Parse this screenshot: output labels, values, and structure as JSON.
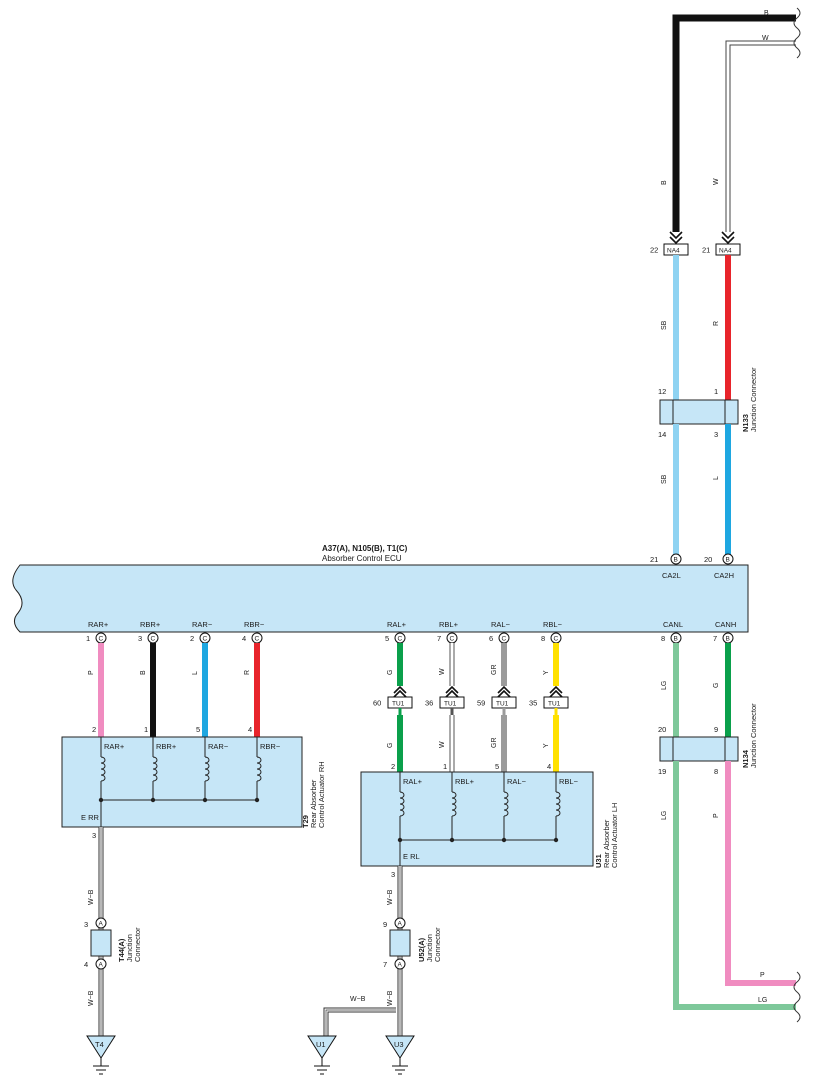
{
  "ecu": {
    "title": "A37(A), N105(B), T1(C)",
    "subtitle": "Absorber Control ECU",
    "pins_bottom": [
      {
        "label": "RAR+",
        "pin": "1",
        "conn": "C"
      },
      {
        "label": "RBR+",
        "pin": "3",
        "conn": "C"
      },
      {
        "label": "RAR−",
        "pin": "2",
        "conn": "C"
      },
      {
        "label": "RBR−",
        "pin": "4",
        "conn": "C"
      },
      {
        "label": "RAL+",
        "pin": "5",
        "conn": "C"
      },
      {
        "label": "RBL+",
        "pin": "7",
        "conn": "C"
      },
      {
        "label": "RAL−",
        "pin": "6",
        "conn": "C"
      },
      {
        "label": "RBL−",
        "pin": "8",
        "conn": "C"
      },
      {
        "label": "CANL",
        "pin": "8",
        "conn": "B"
      },
      {
        "label": "CANH",
        "pin": "7",
        "conn": "B"
      }
    ],
    "pins_top": [
      {
        "label": "CA2L",
        "pin": "21",
        "conn": "B"
      },
      {
        "label": "CA2H",
        "pin": "20",
        "conn": "B"
      }
    ]
  },
  "top_wires": [
    {
      "label": "B",
      "color": "#111111"
    },
    {
      "label": "W",
      "color": "#ffffff"
    }
  ],
  "na4": {
    "name": "NA4",
    "pins": [
      "22",
      "21"
    ],
    "wires_above": [
      "B",
      "W"
    ],
    "wires_below": [
      "SB",
      "R"
    ]
  },
  "n133": {
    "id": "N133",
    "name": "Junction Connector",
    "pins_top": [
      "12",
      "1"
    ],
    "pins_bottom": [
      "14",
      "3"
    ],
    "wires_below": [
      "SB",
      "L"
    ]
  },
  "rh_actuator": {
    "id": "T29",
    "name": "Rear Absorber Control Actuator RH",
    "wire_colors": [
      "P",
      "B",
      "L",
      "R"
    ],
    "pins_top": [
      "2",
      "1",
      "5",
      "4"
    ],
    "inner_labels": [
      "RAR+",
      "RBR+",
      "RAR−",
      "RBR−"
    ],
    "ground_label": "E RR",
    "ground_pin": "3",
    "ground_wire": "W−B"
  },
  "lh_actuator": {
    "id": "U31",
    "name": "Rear Absorber Control Actuator LH",
    "wire_colors_upper": [
      "G",
      "W",
      "GR",
      "Y"
    ],
    "tu1_pins": [
      "60",
      "36",
      "59",
      "35"
    ],
    "tu1_name": "TU1",
    "wire_colors_lower": [
      "G",
      "W",
      "GR",
      "Y"
    ],
    "pins_top": [
      "2",
      "1",
      "5",
      "4"
    ],
    "inner_labels": [
      "RAL+",
      "RBL+",
      "RAL−",
      "RBL−"
    ],
    "ground_label": "E RL",
    "ground_pin": "3",
    "ground_wire": "W−B"
  },
  "n134": {
    "id": "N134",
    "name": "Junction Connector",
    "pins_top": [
      "20",
      "9"
    ],
    "pins_bottom": [
      "19",
      "8"
    ],
    "wires_above": [
      "LG",
      "G"
    ],
    "wires_below": [
      "LG",
      "P"
    ],
    "exit_labels": [
      "P",
      "LG"
    ]
  },
  "t44": {
    "id": "T44(A)",
    "name": "Junction Connector",
    "conn": "A",
    "pins": [
      "3",
      "4"
    ],
    "wire": "W−B"
  },
  "u52": {
    "id": "U52(A)",
    "name": "Junction Connector",
    "conn": "A",
    "pins": [
      "9",
      "7"
    ],
    "wire": "W−B"
  },
  "grounds": [
    {
      "label": "T4"
    },
    {
      "label": "U1"
    },
    {
      "label": "U3"
    }
  ],
  "u1_wire": "W−B",
  "colors": {
    "ecu_fill": "#c6e6f7",
    "P": "#f08cc0",
    "B": "#111111",
    "L": "#1ea7e1",
    "R": "#e8242b",
    "G": "#0aa04b",
    "W": "#ffffff",
    "GR": "#9b9b9b",
    "Y": "#ffe100",
    "SB": "#8fd3f2",
    "LG": "#7ec89a"
  }
}
